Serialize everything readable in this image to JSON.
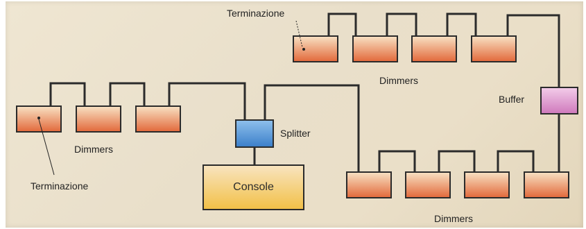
{
  "labels": {
    "terminazione_top": "Terminazione",
    "terminazione_left": "Terminazione",
    "dimmers_top": "Dimmers",
    "dimmers_left": "Dimmers",
    "dimmers_bottom": "Dimmers",
    "buffer": "Buffer",
    "splitter": "Splitter",
    "console": "Console"
  },
  "colors": {
    "dimmer_top": "#f8e2c4",
    "dimmer_bottom": "#e2683a",
    "splitter": "#3f86cf",
    "buffer": "#d98ac6",
    "console_top": "#f7e0b8",
    "console_bottom": "#f2c248",
    "cable": "#2b2b2b"
  }
}
